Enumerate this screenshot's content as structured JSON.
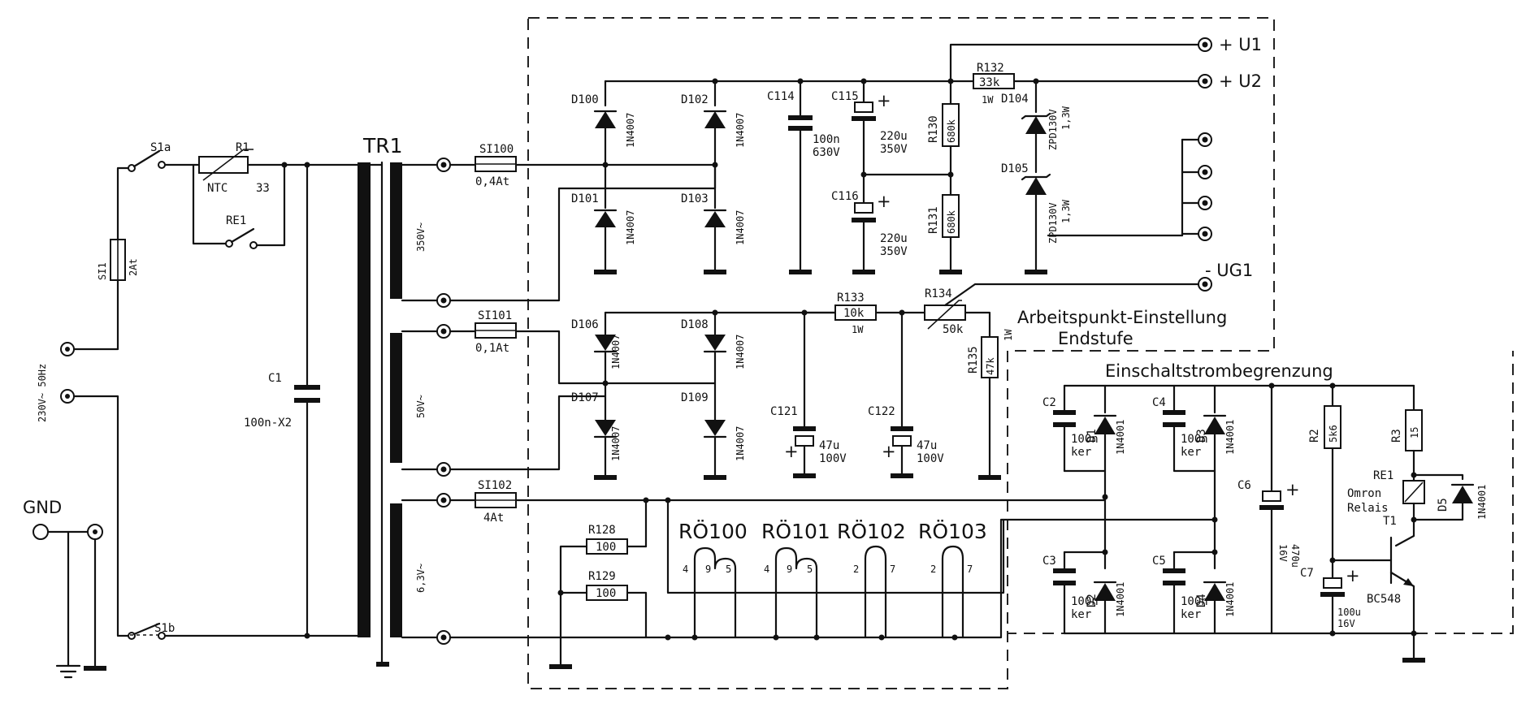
{
  "mains": {
    "input": "230V~ 50Hz",
    "gnd": "GND",
    "switch_a": "S1a",
    "switch_b": "S1b"
  },
  "fuses": {
    "si1": {
      "name": "SI1",
      "value": "2At"
    },
    "si100": {
      "name": "SI100",
      "value": "0,4At"
    },
    "si101": {
      "name": "SI101",
      "value": "0,1At"
    },
    "si102": {
      "name": "SI102",
      "value": "4At"
    }
  },
  "ntc": {
    "name": "R1",
    "type": "NTC",
    "value": "33"
  },
  "relay_contact": "RE1",
  "c1": {
    "name": "C1",
    "value": "100n-X2"
  },
  "transformer": {
    "name": "TR1",
    "sec1": "350V~",
    "sec2": "50V~",
    "sec3": "6,3V~"
  },
  "diodes": {
    "d100": "D100",
    "d101": "D101",
    "d102": "D102",
    "d103": "D103",
    "d106": "D106",
    "d107": "D107",
    "d108": "D108",
    "d109": "D109",
    "type": "1N4007"
  },
  "hv_caps": {
    "c114": {
      "name": "C114",
      "value": "100n",
      "volt": "630V"
    },
    "c115": {
      "name": "C115",
      "value": "220u",
      "volt": "350V"
    },
    "c116": {
      "name": "C116",
      "value": "220u",
      "volt": "350V"
    }
  },
  "hv_res": {
    "r130": {
      "name": "R130",
      "value": "680k"
    },
    "r131": {
      "name": "R131",
      "value": "680k"
    },
    "r132": {
      "name": "R132",
      "value": "33k",
      "power": "1W"
    }
  },
  "zeners": {
    "d104": {
      "name": "D104",
      "type": "ZPD130V",
      "power": "1,3W"
    },
    "d105": {
      "name": "D105",
      "type": "ZPD130V",
      "power": "1,3W"
    }
  },
  "outputs": {
    "u1": "+ U1",
    "u2": "+ U2",
    "ug1": "- UG1"
  },
  "bias": {
    "r133": {
      "name": "R133",
      "value": "10k",
      "power": "1W"
    },
    "r134": {
      "name": "R134",
      "value": "50k"
    },
    "r135": {
      "name": "R135",
      "value": "47k",
      "power": "1W"
    },
    "c121": {
      "name": "C121",
      "value": "47u",
      "volt": "100V"
    },
    "c122": {
      "name": "C122",
      "value": "47u",
      "volt": "100V"
    },
    "title_1": "Arbeitspunkt-Einstellung",
    "title_2": "Endstufe"
  },
  "heater": {
    "r128": {
      "name": "R128",
      "value": "100"
    },
    "r129": {
      "name": "R129",
      "value": "100"
    },
    "tubes": [
      {
        "name": "RÖ100",
        "pins": [
          "4",
          "9",
          "5"
        ]
      },
      {
        "name": "RÖ101",
        "pins": [
          "4",
          "9",
          "5"
        ]
      },
      {
        "name": "RÖ102",
        "pins": [
          "2",
          "7"
        ]
      },
      {
        "name": "RÖ103",
        "pins": [
          "2",
          "7"
        ]
      }
    ]
  },
  "inrush": {
    "title": "Einschaltstrombegrenzung",
    "c2": "C2",
    "c3": "C3",
    "c4": "C4",
    "c5": "C5",
    "cap_value": "100n",
    "cap_type": "ker",
    "d1": "D1",
    "d2": "D2",
    "d3": "D3",
    "d4": "D4",
    "diode_type": "1N4001",
    "c6": {
      "name": "C6",
      "value": "470u",
      "volt": "16V"
    },
    "c7": {
      "name": "C7",
      "value": "100u",
      "volt": "16V"
    },
    "r2": {
      "name": "R2",
      "value": "5k6"
    },
    "r3": {
      "name": "R3",
      "value": "15"
    },
    "relay": {
      "name": "RE1",
      "maker": "Omron",
      "type": "Relais"
    },
    "d5": {
      "name": "D5",
      "type": "1N4001"
    },
    "t1": {
      "name": "T1",
      "type": "BC548"
    }
  }
}
